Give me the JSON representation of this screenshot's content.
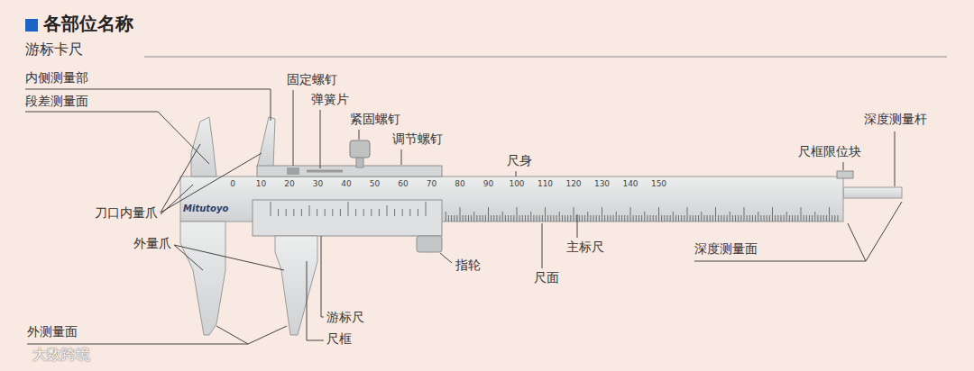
{
  "diagram": {
    "title": "各部位名称",
    "labels": [
      "游标卡尺",
      "内侧测量部",
      "段差测量面",
      "固定螺钉",
      "弹簧片",
      "紧固螺钉",
      "调节螺钉",
      "尺身",
      "深度测量杆",
      "尺框限位块",
      "刀口内量爪",
      "外量爪",
      "指轮",
      "主标尺",
      "尺面",
      "深度测量面",
      "游标尺",
      "尺框",
      "外测量面",
      "Mitutoyo",
      "0",
      "10",
      "20",
      "30",
      "40",
      "50",
      "60",
      "70",
      "80",
      "90",
      "100",
      "110",
      "120",
      "130",
      "140",
      "150",
      "大数跨境"
    ]
  }
}
